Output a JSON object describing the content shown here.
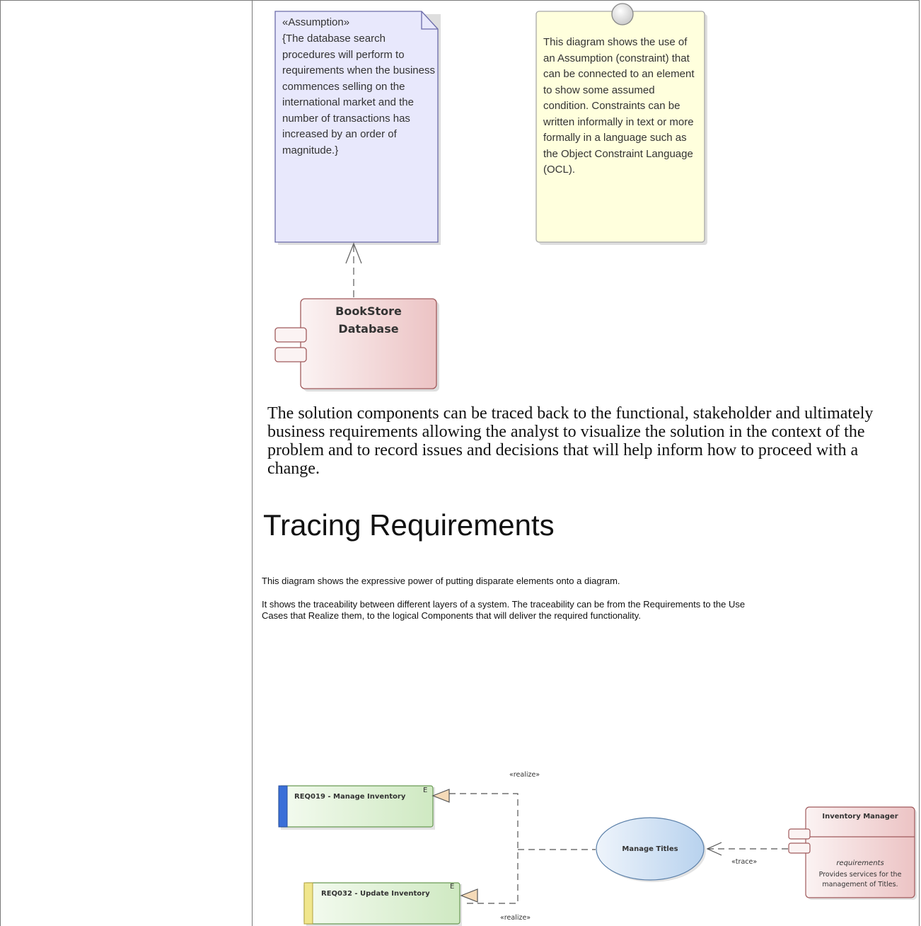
{
  "assumption_note": {
    "stereotype": "«Assumption»",
    "text": "{The database search procedures will perform to requirements when the business commences selling on the international market and the number of transactions has increased by an order of magnitude.}"
  },
  "comment_note": {
    "text": "This diagram shows the use of an Assumption (constraint) that can be connected to an element to show some assumed condition. Constraints can be written informally in text or more formally in a language such as the Object Constraint Language (OCL)."
  },
  "bookstore_component": {
    "line1": "BookStore",
    "line2": "Database"
  },
  "body_paragraph": "The solution components can be traced back to the functional, stakeholder and ultimately business requirements allowing the analyst to visualize the solution in the context of the problem and to record issues and decisions that will help inform how to proceed with a change.",
  "section_heading": "Tracing Requirements",
  "intro_paragraph_1": "This diagram shows the expressive power of putting disparate elements onto a diagram.",
  "intro_paragraph_2": "It shows the traceability between different layers of a system.  The traceability can be from the Requirements to the Use Cases that Realize them, to the logical Components that will deliver the required functionality.",
  "trace_diagram": {
    "req1_label": "REQ019 - Manage Inventory",
    "req2_label": "REQ032 - Update Inventory",
    "req_marker": "E",
    "realize1": "«realize»",
    "realize2": "«realize»",
    "usecase_label": "Manage Titles",
    "trace_label": "«trace»",
    "component_title": "Inventory Manager",
    "component_section": "requirements",
    "component_desc": "Provides services for the management of Titles."
  },
  "colors": {
    "assumption_fill": "#e8e8fc",
    "comment_fill": "#ffffdd",
    "component_fill": "#f2cfd0",
    "requirement_fill": "#dff0d6",
    "usecase_fill": "#c6dcf2",
    "req1_bar": "#3a6fd8",
    "req2_bar": "#f0e68c"
  }
}
